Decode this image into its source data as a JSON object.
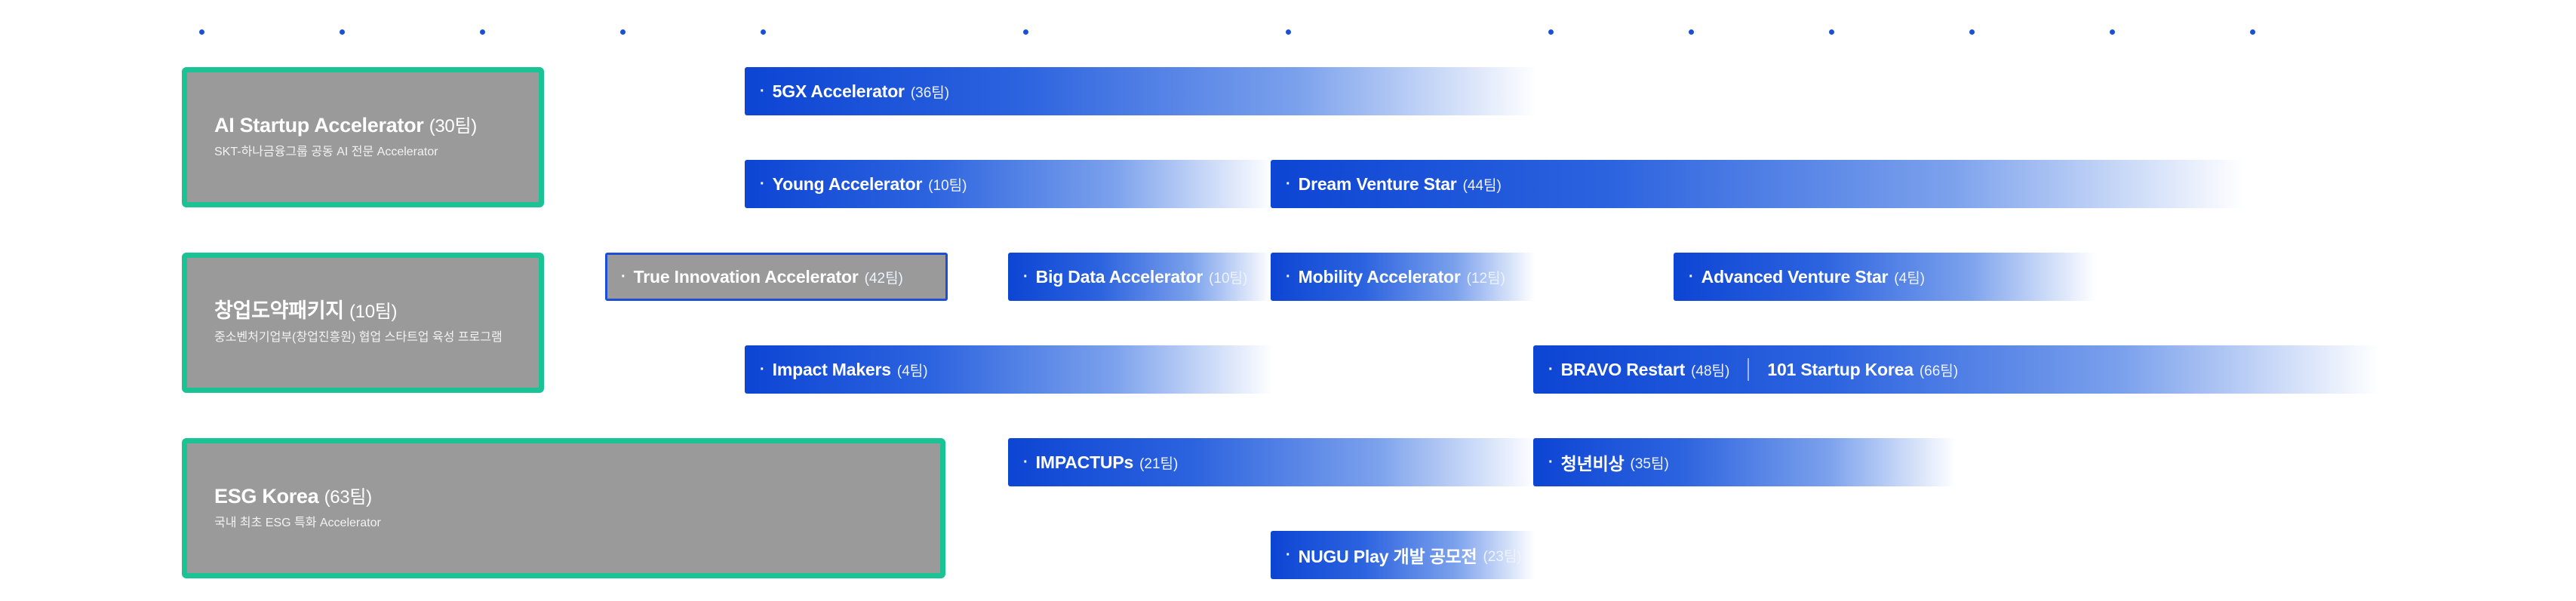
{
  "programs": [
    {
      "title": "AI Startup Accelerator",
      "count": "(30팀)",
      "desc": "SKT-하나금융그룹 공동 AI 전문 Accelerator"
    },
    {
      "title": "창업도약패키지",
      "count": "(10팀)",
      "desc": "중소벤처기업부(창업진흥원) 협업 스타트업 육성 프로그램"
    },
    {
      "title": "ESG Korea",
      "count": "(63팀)",
      "desc": "국내 최초 ESG 특화 Accelerator"
    }
  ],
  "bullet": "·",
  "bars": {
    "g5x": {
      "label": "5GX Accelerator",
      "count": "(36팀)"
    },
    "young": {
      "label": "Young Accelerator",
      "count": "(10팀)"
    },
    "dream": {
      "label": "Dream Venture Star",
      "count": "(44팀)"
    },
    "true": {
      "label": "True Innovation Accelerator",
      "count": "(42팀)"
    },
    "bigdata": {
      "label": "Big Data Accelerator",
      "count": "(10팀)"
    },
    "mobility": {
      "label": "Mobility Accelerator",
      "count": "(12팀)"
    },
    "advanced": {
      "label": "Advanced Venture Star",
      "count": "(4팀)"
    },
    "impact": {
      "label": "Impact Makers",
      "count": "(4팀)"
    },
    "bravo": {
      "label": "BRAVO Restart",
      "count": "(48팀)"
    },
    "s101": {
      "label": "101 Startup Korea",
      "count": "(66팀)"
    },
    "impactups": {
      "label": "IMPACTUPs",
      "count": "(21팀)"
    },
    "youth": {
      "label": "청년비상",
      "count": "(35팀)"
    },
    "nugu": {
      "label": "NUGU Play 개발 공모전",
      "count": "(23팀)"
    }
  },
  "colors": {
    "accent_blue": "#0d45d4",
    "box_border_green": "#19c394",
    "box_fill_gray": "#9a9a9a"
  }
}
